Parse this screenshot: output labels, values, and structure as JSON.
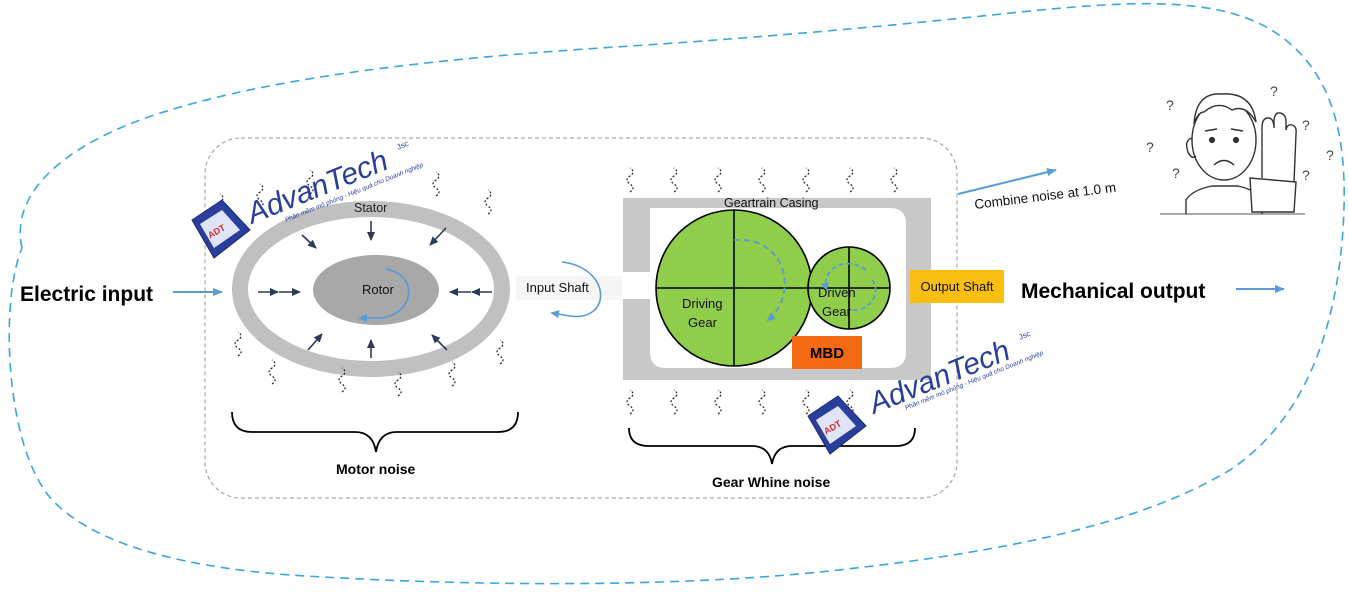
{
  "labels": {
    "electric_input": "Electric input",
    "mechanical_output": "Mechanical output",
    "stator": "Stator",
    "rotor": "Rotor",
    "input_shaft": "Input Shaft",
    "geartrain_casing": "Geartrain Casing",
    "driving_gear_line1": "Driving",
    "driving_gear_line2": "Gear",
    "driven_gear_line1": "Driven",
    "driven_gear_line2": "Gear",
    "output_shaft": "Output Shaft",
    "mbd": "MBD",
    "motor_noise": "Motor noise",
    "gear_whine_noise": "Gear Whine noise",
    "combine_noise": "Combine noise at 1.0 m"
  },
  "watermark": {
    "brand": "AdvanTech",
    "suffix": "Jsc",
    "tagline": "Phần mềm mô phỏng - Hiệu quả cho Doanh nghiệp",
    "badge": "ADT"
  },
  "listener": {
    "question_mark": "?"
  },
  "colors": {
    "gear_fill": "#8fcd4a",
    "stator_gray": "#c0c0c0",
    "rotor_gray": "#a8a8a8",
    "casing_gray": "#c8c8c8",
    "output_shaft": "#f9be12",
    "mbd": "#f46a12",
    "accent_blue": "#5b9bd5",
    "arrow_navy": "#2b3a55",
    "dashed_outer": "#3aa6dc",
    "brand_blue": "#2a3f9c"
  }
}
